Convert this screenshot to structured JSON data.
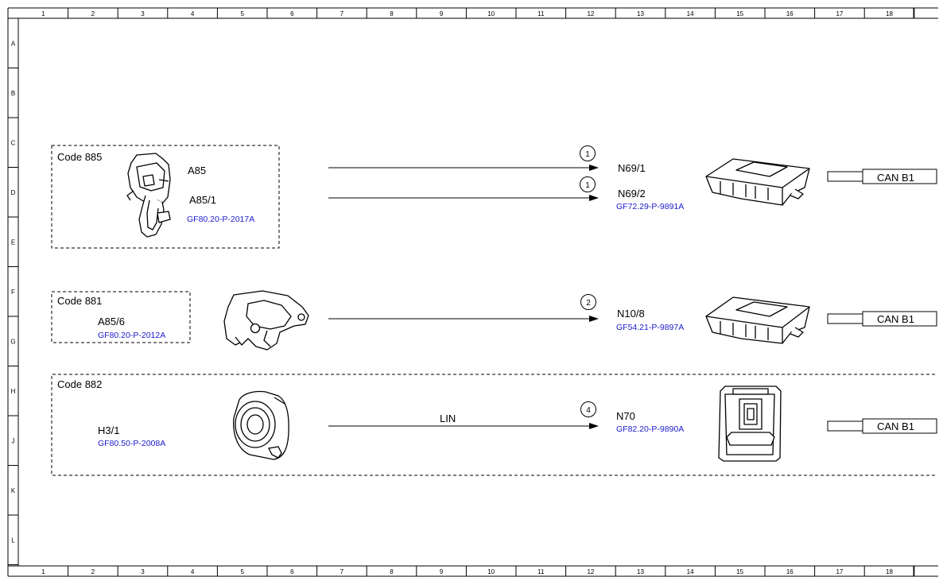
{
  "ruler": {
    "columns": [
      "1",
      "2",
      "3",
      "4",
      "5",
      "6",
      "7",
      "8",
      "9",
      "10",
      "11",
      "12",
      "13",
      "14",
      "15",
      "16",
      "17",
      "18"
    ],
    "rows": [
      "A",
      "B",
      "C",
      "D",
      "E",
      "F",
      "G",
      "H",
      "J",
      "K",
      "L"
    ]
  },
  "groups": [
    {
      "code": "Code 885"
    },
    {
      "code": "Code 881"
    },
    {
      "code": "Code 882"
    }
  ],
  "components": {
    "a85": {
      "label": "A85"
    },
    "a85_1": {
      "label": "A85/1",
      "ref": "GF80.20-P-2017A"
    },
    "a85_6": {
      "label": "A85/6",
      "ref": "GF80.20-P-2012A"
    },
    "h3_1": {
      "label": "H3/1",
      "ref": "GF80.50-P-2008A"
    },
    "n69_1": {
      "label": "N69/1"
    },
    "n69_2": {
      "label": "N69/2",
      "ref": "GF72.29-P-9891A"
    },
    "n10_8": {
      "label": "N10/8",
      "ref": "GF54.21-P-9897A"
    },
    "n70": {
      "label": "N70",
      "ref": "GF82.20-P-9890A"
    }
  },
  "connections": [
    {
      "num": "1"
    },
    {
      "num": "1"
    },
    {
      "num": "2"
    },
    {
      "num": "4",
      "bus": "LIN"
    }
  ],
  "can_labels": [
    "CAN B1",
    "CAN B1",
    "CAN B1"
  ]
}
